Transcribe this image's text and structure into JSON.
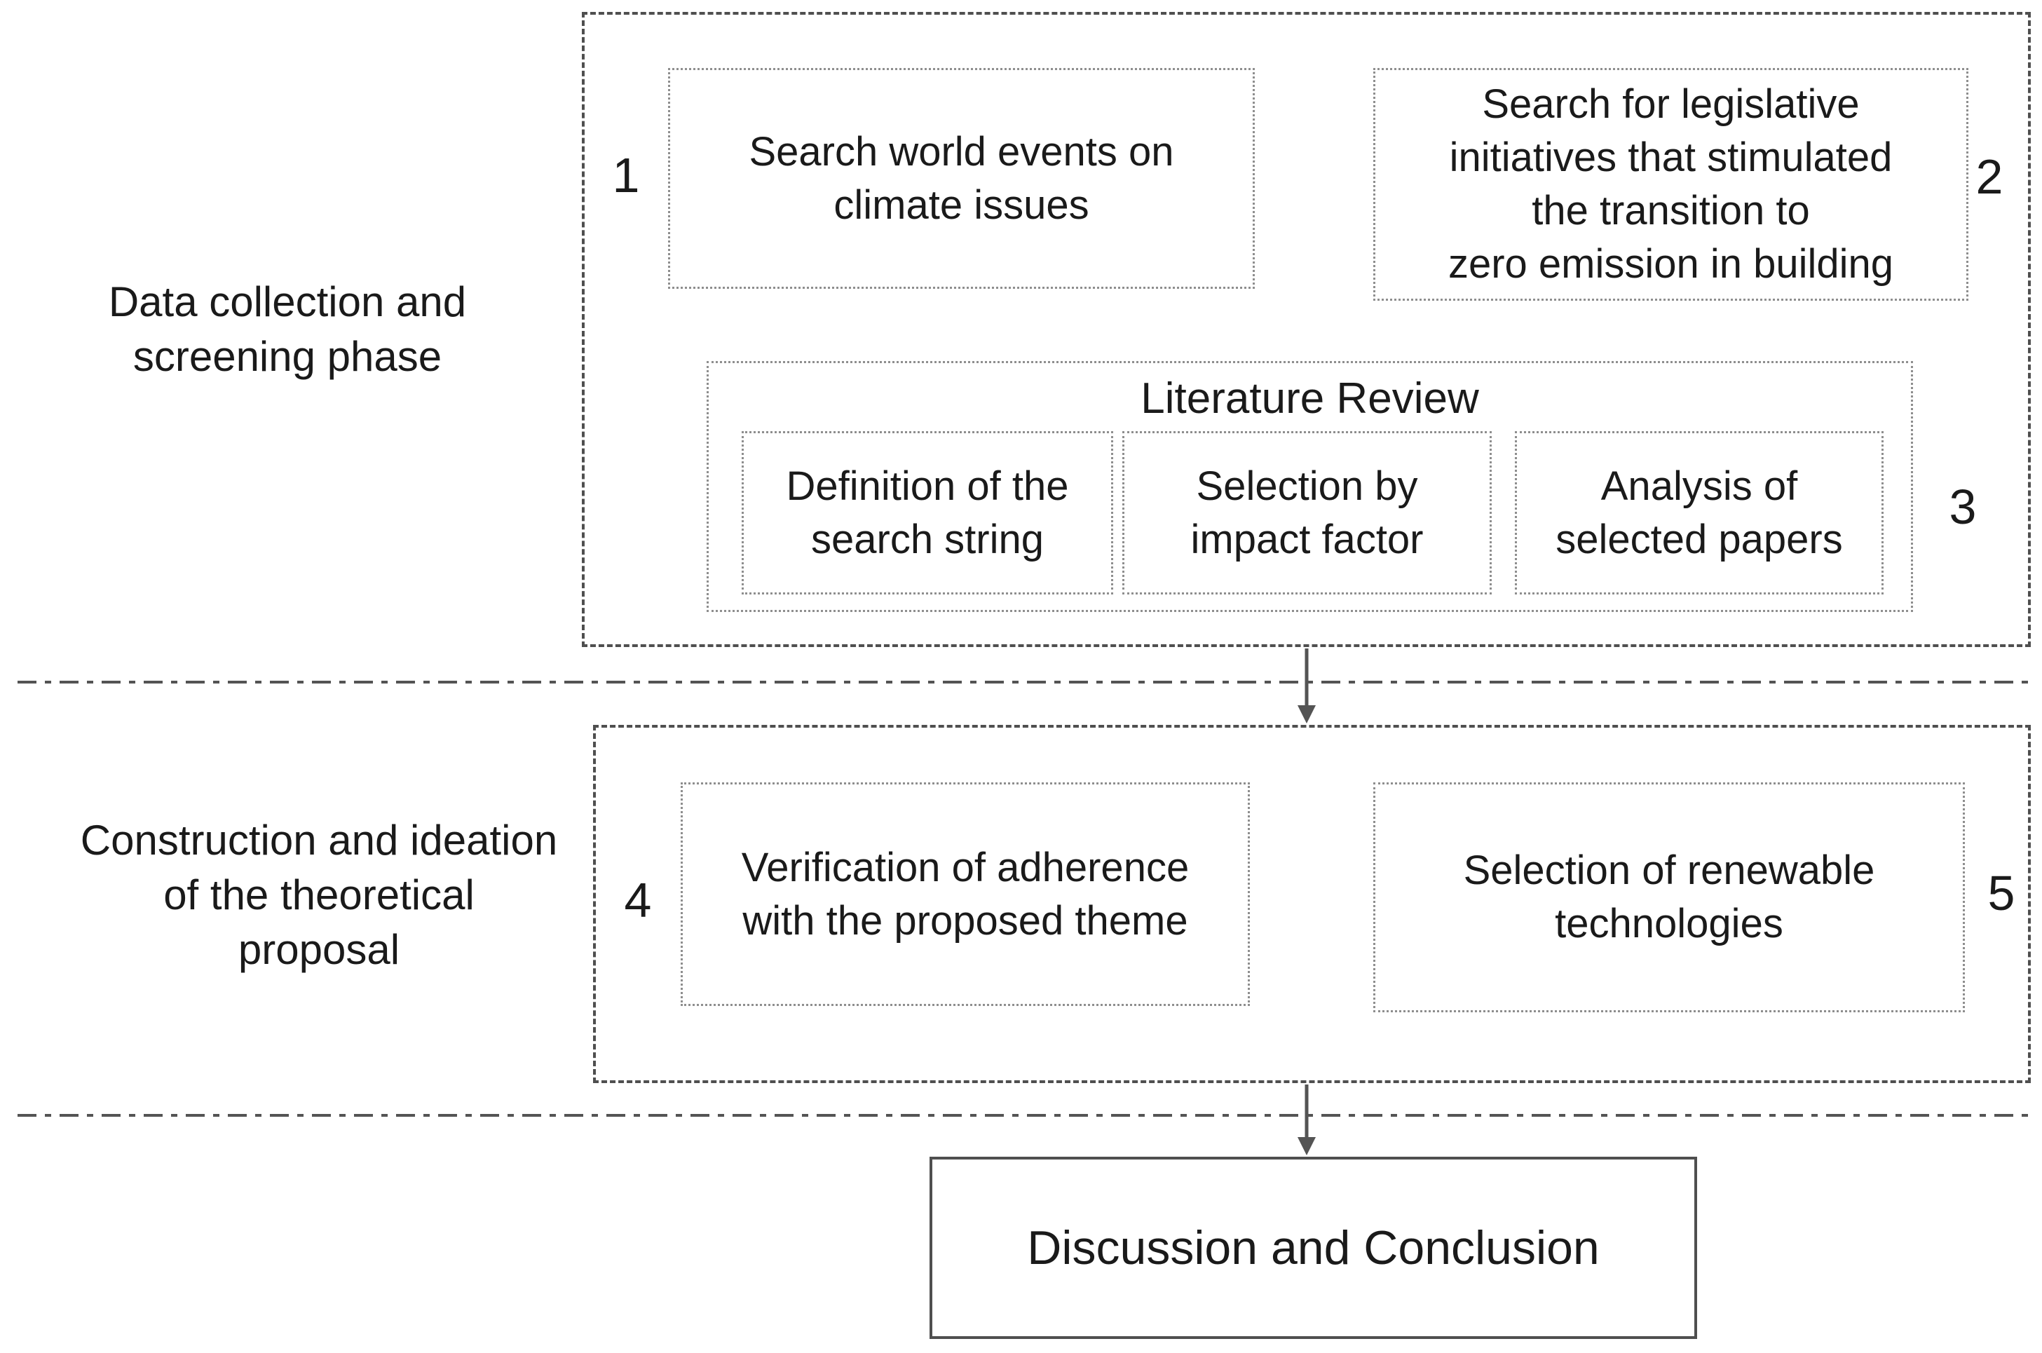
{
  "phase1": {
    "label": "Data collection and\nscreening phase",
    "number1": "1",
    "box1": "Search world events on\nclimate issues",
    "number2": "2",
    "box2": "Search for legislative\ninitiatives that stimulated\nthe transition to\nzero emission in building",
    "number3": "3",
    "literature": {
      "title": "Literature Review",
      "sub1": "Definition of the\nsearch string",
      "sub2": "Selection by\nimpact factor",
      "sub3": "Analysis of\nselected papers"
    }
  },
  "phase2": {
    "label": "Construction and ideation\nof the theoretical\nproposal",
    "number4": "4",
    "box4": "Verification of adherence\nwith the proposed theme",
    "number5": "5",
    "box5": "Selection of renewable\ntechnologies"
  },
  "conclusion": {
    "label": "Discussion and Conclusion"
  },
  "colors": {
    "text": "#1a1a1a",
    "dashed_border": "#4f4f4f",
    "dotted_border": "#8e8e8e",
    "solid_border": "#4f4f4f",
    "divider_line": "#545454",
    "arrow": "#545454",
    "background": "#ffffff"
  }
}
